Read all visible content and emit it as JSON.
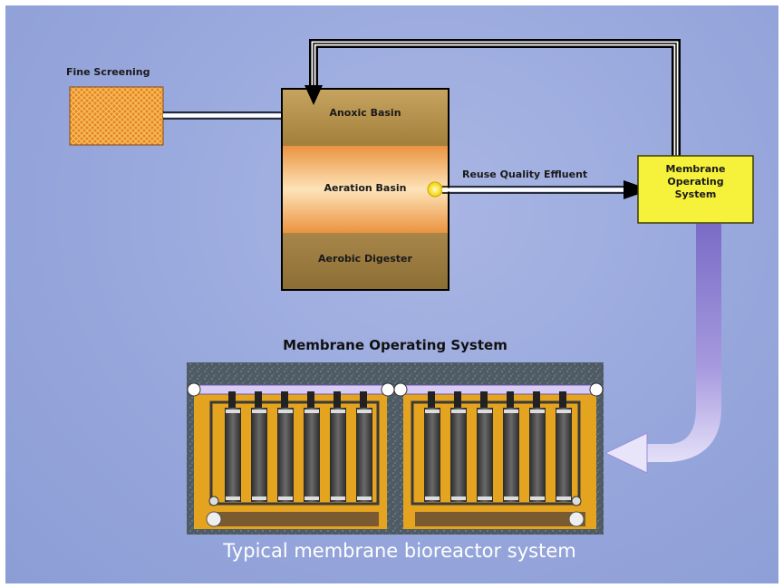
{
  "labels": {
    "fine_screening": "Fine Screening",
    "anoxic_basin": "Anoxic Basin",
    "aeration_basin": "Aeration Basin",
    "aerobic_digester": "Aerobic Digester",
    "effluent": "Reuse Quality Effluent",
    "mos_line1": "Membrane",
    "mos_line2": "Operating",
    "mos_line3": "System",
    "mos_title": "Membrane Operating System",
    "caption": "Typical membrane bioreactor system"
  },
  "colors": {
    "background": "#97a7dc",
    "screen_orange": "#e08a2a",
    "basin_top": "#b5904a",
    "basin_middle": "#f0a24a",
    "mos_box": "#f5f03a",
    "tank_frame": "#4a5560",
    "tank_fill": "#e6a51e",
    "arrow_purple": "#8e7ed0"
  }
}
